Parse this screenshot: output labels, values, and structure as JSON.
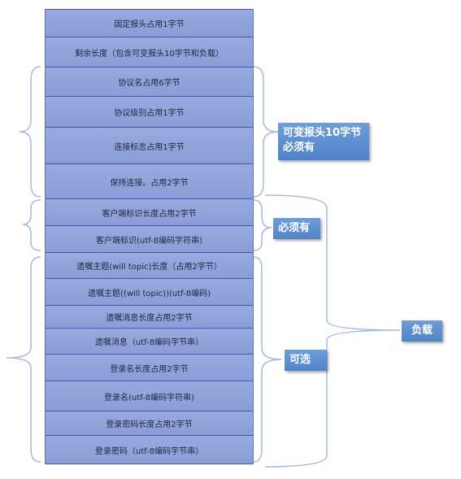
{
  "rows": [
    "固定报头占用1字节",
    "剩余长度（包含可变报头10字节和负载）",
    "协议名占用6字节",
    "协议级别占用1字节",
    "连接标志占用1字节",
    "保持连接。占用2字节",
    "客户端标识长度占用2字节",
    "客户端标识(utf-8编码字符串)",
    "遗嘱主题(will topic)长度（占用2字节）",
    "遗嘱主题((will topic))(utf-8编码)",
    "遗嘱消息长度占用2字节",
    "遗嘱消息（utf-8编码字节串）",
    "登录名长度占用2字节",
    "登录名(utf-8编码字符串)",
    "登录密码长度占用2字节",
    "登录密码（utf-8编码字节串）"
  ],
  "labels": {
    "variable_header_line1": "可变报头10字节",
    "variable_header_line2": "必须有",
    "required": "必须有",
    "optional": "可选",
    "payload": "负载"
  },
  "colors": {
    "row_fill": "#8fa3db",
    "row_border": "#3f5aa6",
    "brace": "#a9b8df",
    "label_fill": "#5a8bcd"
  }
}
